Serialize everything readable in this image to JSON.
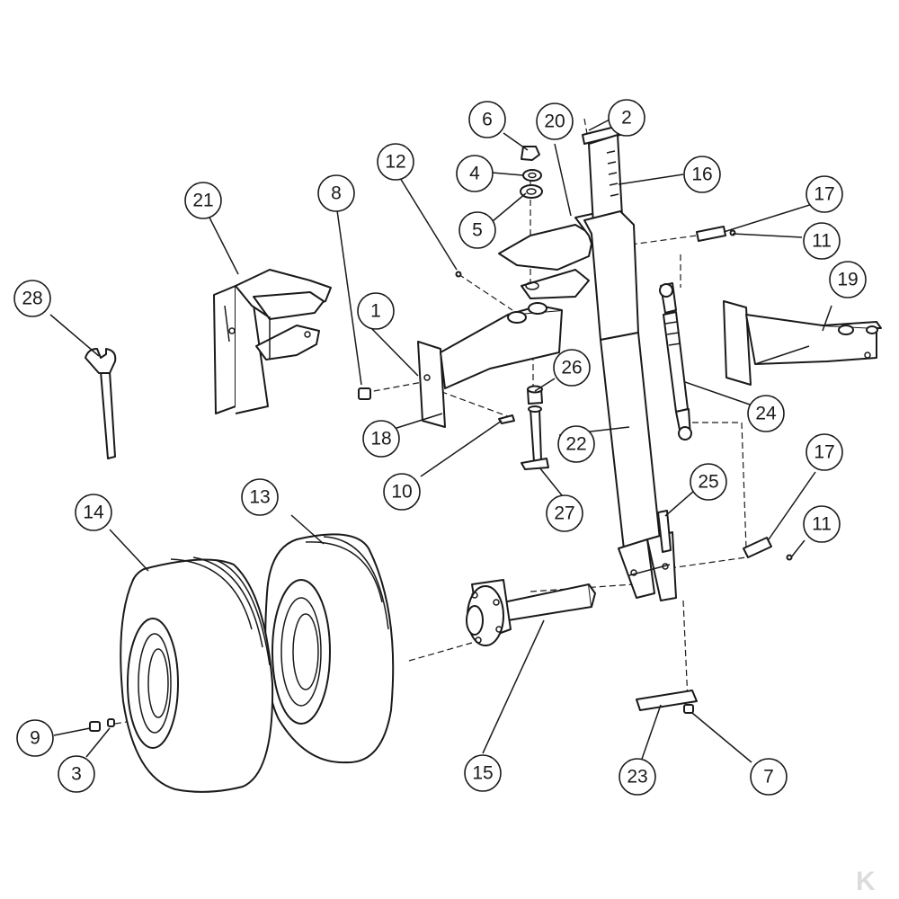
{
  "diagram": {
    "callouts": [
      {
        "id": "1",
        "label": "1"
      },
      {
        "id": "2",
        "label": "2"
      },
      {
        "id": "3",
        "label": "3"
      },
      {
        "id": "4",
        "label": "4"
      },
      {
        "id": "5",
        "label": "5"
      },
      {
        "id": "6",
        "label": "6"
      },
      {
        "id": "7",
        "label": "7"
      },
      {
        "id": "8",
        "label": "8"
      },
      {
        "id": "9",
        "label": "9"
      },
      {
        "id": "10",
        "label": "10"
      },
      {
        "id": "11a",
        "label": "11"
      },
      {
        "id": "11b",
        "label": "11"
      },
      {
        "id": "12",
        "label": "12"
      },
      {
        "id": "13",
        "label": "13"
      },
      {
        "id": "14",
        "label": "14"
      },
      {
        "id": "15",
        "label": "15"
      },
      {
        "id": "16",
        "label": "16"
      },
      {
        "id": "17a",
        "label": "17"
      },
      {
        "id": "17b",
        "label": "17"
      },
      {
        "id": "18",
        "label": "18"
      },
      {
        "id": "19",
        "label": "19"
      },
      {
        "id": "20",
        "label": "20"
      },
      {
        "id": "21",
        "label": "21"
      },
      {
        "id": "22",
        "label": "22"
      },
      {
        "id": "23",
        "label": "23"
      },
      {
        "id": "24",
        "label": "24"
      },
      {
        "id": "25",
        "label": "25"
      },
      {
        "id": "26",
        "label": "26"
      },
      {
        "id": "27",
        "label": "27"
      },
      {
        "id": "28",
        "label": "28"
      }
    ],
    "logo": "K",
    "line_color": "#1a1a1a",
    "logo_color": "#dcdcdc"
  }
}
